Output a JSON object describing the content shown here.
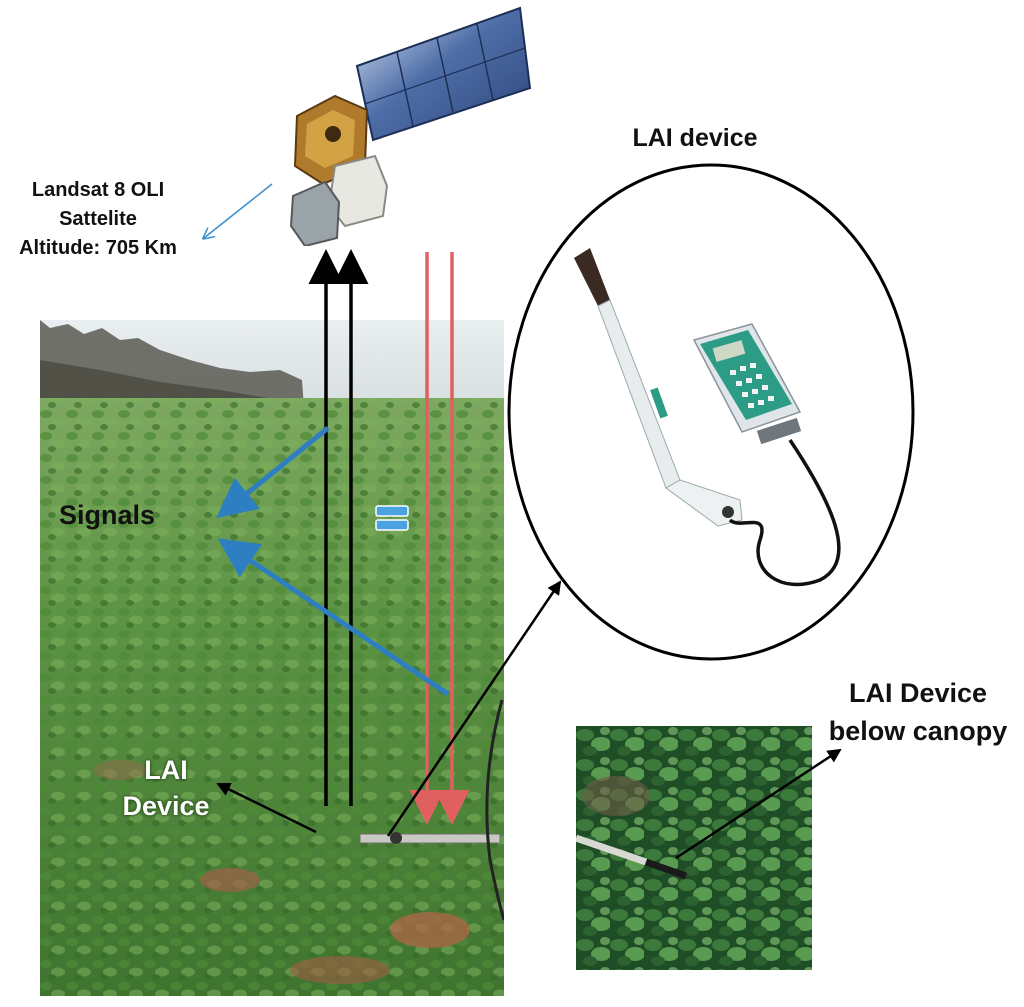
{
  "labels": {
    "satellite_line1": "Landsat 8 OLI",
    "satellite_line2": "Sattelite",
    "satellite_line3": "Altitude: 705 Km",
    "lai_device_title": "LAI device",
    "signals": "Signals",
    "field_lai_line1": "LAI",
    "field_lai_line2": "Device",
    "below_canopy_line1": "LAI Device",
    "below_canopy_line2": "below canopy"
  },
  "icons": {
    "satellite": "satellite-icon",
    "lai_instrument": "lai-instrument-icon",
    "equals": "equals-sign-icon"
  },
  "colors": {
    "up_arrows": "#000000",
    "down_arrows": "#e06060",
    "signal_arrows": "#2e7fc1",
    "satellite_pointer": "#3a8fd0",
    "equals_sign": "#4aa3e0",
    "field_label_text": "#ffffff"
  }
}
